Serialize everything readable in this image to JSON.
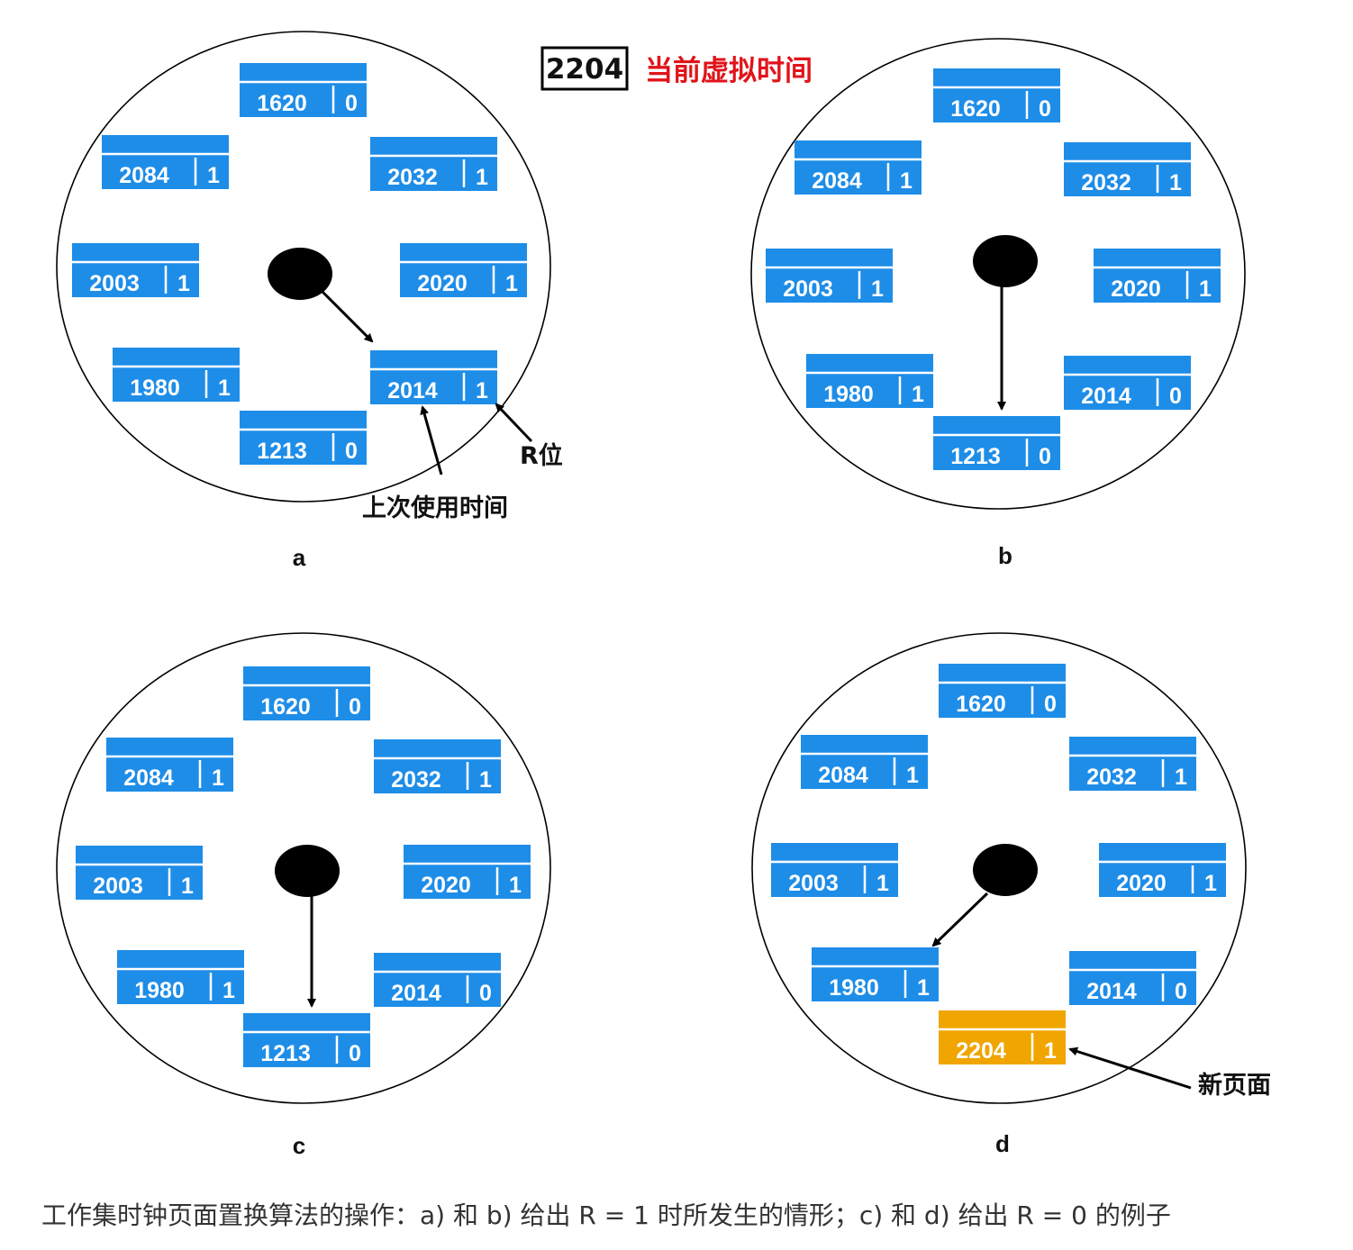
{
  "header": {
    "current_time": "2204",
    "current_time_label": "当前虚拟时间",
    "label_color": "#e0141a"
  },
  "colors": {
    "page_box": "#1e8de8",
    "new_page_box": "#f0a500",
    "hand": "#000000"
  },
  "panels": [
    {
      "label": "a",
      "pages": [
        {
          "time": "1620",
          "r": "0"
        },
        {
          "time": "2032",
          "r": "1"
        },
        {
          "time": "2020",
          "r": "1"
        },
        {
          "time": "2014",
          "r": "1"
        },
        {
          "time": "1213",
          "r": "0"
        },
        {
          "time": "1980",
          "r": "1"
        },
        {
          "time": "2003",
          "r": "1"
        },
        {
          "time": "2084",
          "r": "1"
        }
      ],
      "hand_points_to": "2014"
    },
    {
      "label": "b",
      "pages": [
        {
          "time": "1620",
          "r": "0"
        },
        {
          "time": "2032",
          "r": "1"
        },
        {
          "time": "2020",
          "r": "1"
        },
        {
          "time": "2014",
          "r": "0"
        },
        {
          "time": "1213",
          "r": "0"
        },
        {
          "time": "1980",
          "r": "1"
        },
        {
          "time": "2003",
          "r": "1"
        },
        {
          "time": "2084",
          "r": "1"
        }
      ],
      "hand_points_to": "1213"
    },
    {
      "label": "c",
      "pages": [
        {
          "time": "1620",
          "r": "0"
        },
        {
          "time": "2032",
          "r": "1"
        },
        {
          "time": "2020",
          "r": "1"
        },
        {
          "time": "2014",
          "r": "0"
        },
        {
          "time": "1213",
          "r": "0"
        },
        {
          "time": "1980",
          "r": "1"
        },
        {
          "time": "2003",
          "r": "1"
        },
        {
          "time": "2084",
          "r": "1"
        }
      ],
      "hand_points_to": "1213"
    },
    {
      "label": "d",
      "pages": [
        {
          "time": "1620",
          "r": "0"
        },
        {
          "time": "2032",
          "r": "1"
        },
        {
          "time": "2020",
          "r": "1"
        },
        {
          "time": "2014",
          "r": "0"
        },
        {
          "time": "2204",
          "r": "1",
          "new": true
        },
        {
          "time": "1980",
          "r": "1"
        },
        {
          "time": "2003",
          "r": "1"
        },
        {
          "time": "2084",
          "r": "1"
        }
      ],
      "hand_points_to": "1980"
    }
  ],
  "annotations": {
    "r_bit": "R位",
    "last_used": "上次使用时间",
    "new_page": "新页面"
  },
  "caption": "工作集时钟页面置换算法的操作：a) 和 b) 给出 R = 1 时所发生的情形；c) 和 d) 给出 R = 0 的例子"
}
